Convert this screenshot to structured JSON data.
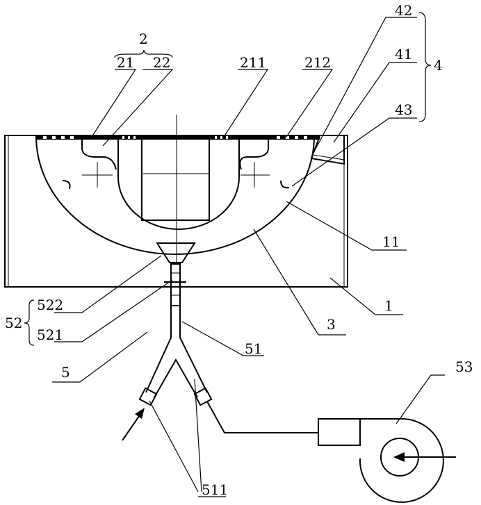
{
  "labels": {
    "l1": "1",
    "l11": "11",
    "l2": "2",
    "l21": "21",
    "l22": "22",
    "l211": "211",
    "l212": "212",
    "l3": "3",
    "l4": "4",
    "l41": "41",
    "l42": "42",
    "l43": "43",
    "l5": "5",
    "l51": "51",
    "l511": "511",
    "l52": "52",
    "l521": "521",
    "l522": "522",
    "l53": "53"
  }
}
